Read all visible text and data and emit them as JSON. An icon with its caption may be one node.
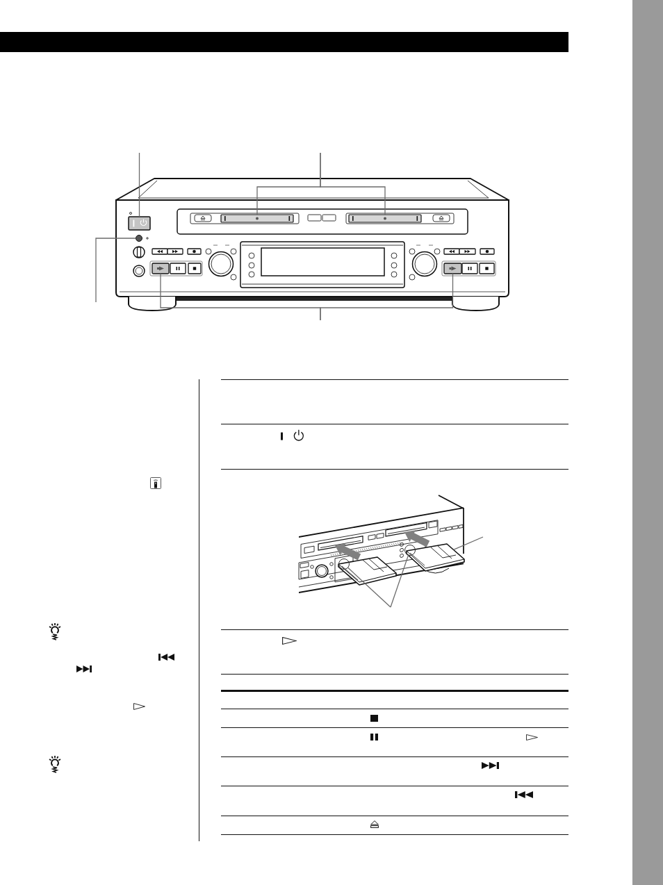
{
  "diagram": {
    "nodes": [
      {
        "text": [],
        "shape": "box"
      },
      {
        "text": [],
        "shape": "bar"
      },
      {
        "text": [],
        "shape": "bar"
      },
      {
        "text": [],
        "shape": "circle"
      },
      {
        "text": [],
        "shape": "box"
      },
      {
        "text": [],
        "shape": "box"
      },
      {
        "text": [],
        "shape": "box"
      },
      {
        "text": [],
        "shape": "circle"
      },
      {
        "text": [],
        "shape": "circle"
      },
      {
        "text": [],
        "shape": "bar"
      }
    ],
    "edges": [
      {
        "from": null,
        "to": 0,
        "arrow": "none"
      },
      {
        "from": null,
        "to": 1,
        "arrow": "none"
      },
      {
        "from": null,
        "to": 2,
        "arrow": "none"
      },
      {
        "from": null,
        "to": 3,
        "arrow": "none"
      },
      {
        "from": null,
        "to": 4,
        "arrow": "none"
      },
      {
        "from": null,
        "to": 5,
        "arrow": "none"
      },
      {
        "from": null,
        "to": 6,
        "arrow": "none"
      },
      {
        "from": null,
        "to": 7,
        "arrow": "none"
      },
      {
        "from": null,
        "to": 8,
        "arrow": "none"
      }
    ]
  }
}
